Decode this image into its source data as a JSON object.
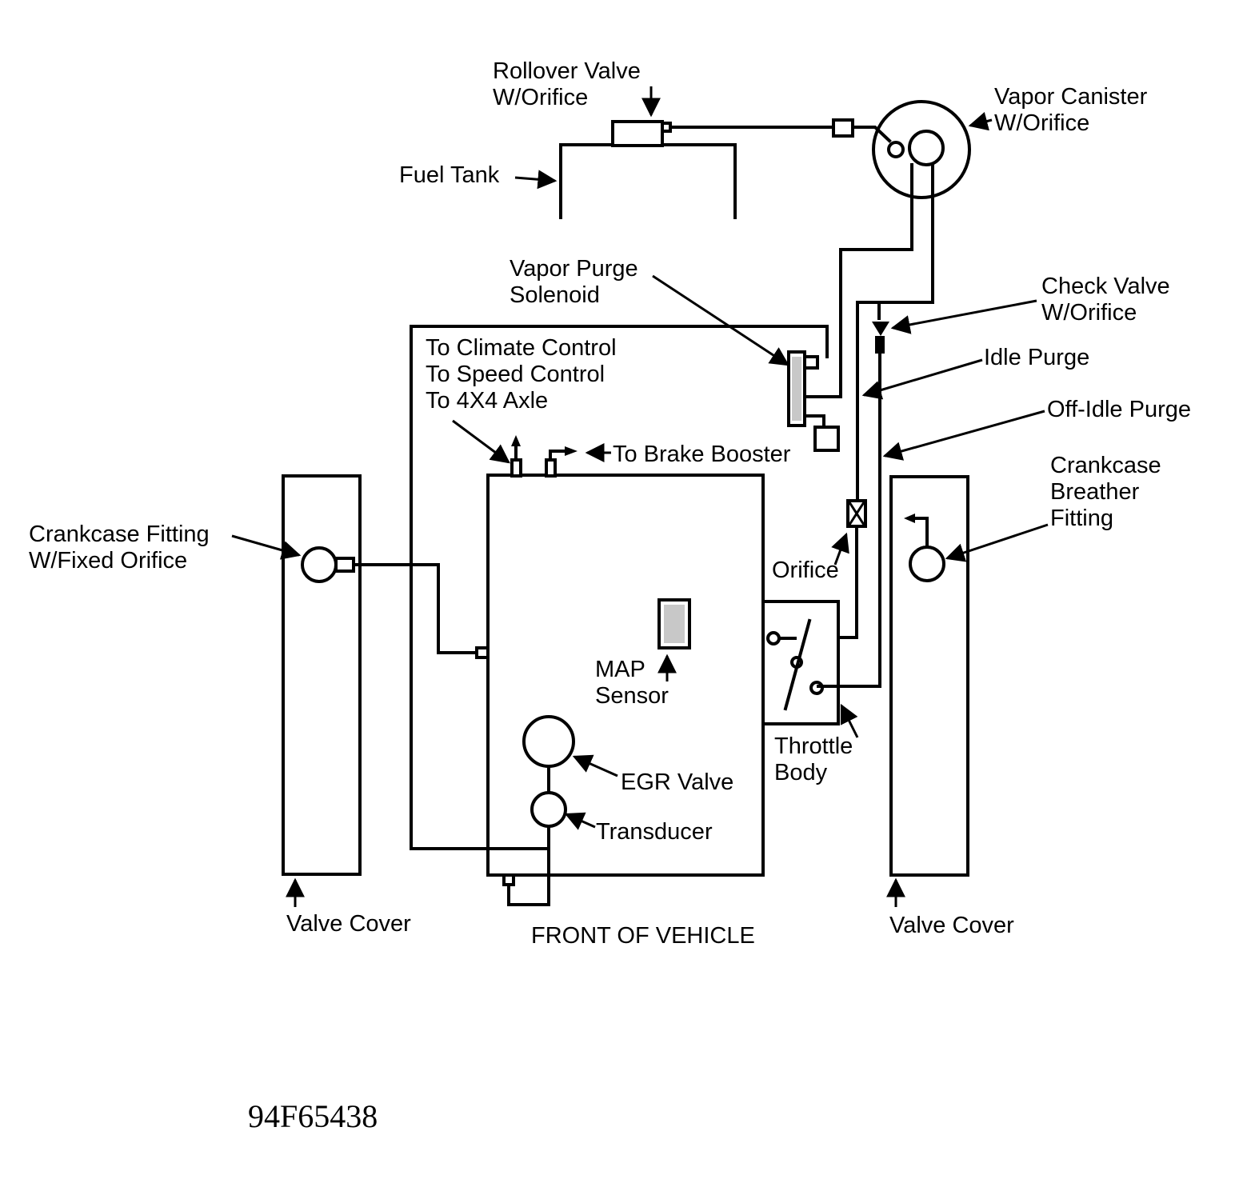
{
  "labels": {
    "rollover_valve": [
      "Rollover Valve",
      "W/Orifice"
    ],
    "vapor_canister": [
      "Vapor Canister",
      "W/Orifice"
    ],
    "fuel_tank": "Fuel Tank",
    "vapor_purge_solenoid": [
      "Vapor Purge",
      "Solenoid"
    ],
    "check_valve": [
      "Check Valve",
      "W/Orifice"
    ],
    "idle_purge": "Idle Purge",
    "off_idle_purge": "Off-Idle Purge",
    "to_climate_control": [
      "To Climate Control",
      "To Speed Control",
      "To 4X4 Axle"
    ],
    "to_brake_booster": "To Brake Booster",
    "crankcase_breather": [
      "Crankcase",
      "Breather",
      "Fitting"
    ],
    "crankcase_fitting": [
      "Crankcase Fitting",
      "W/Fixed Orifice"
    ],
    "orifice": "Orifice",
    "map_sensor": [
      "MAP",
      "Sensor"
    ],
    "throttle_body": [
      "Throttle",
      "Body"
    ],
    "egr_valve": "EGR Valve",
    "transducer": "Transducer",
    "valve_cover_left": "Valve Cover",
    "valve_cover_right": "Valve Cover",
    "front_of_vehicle": "FRONT OF VEHICLE"
  },
  "figure_code": "94F65438"
}
